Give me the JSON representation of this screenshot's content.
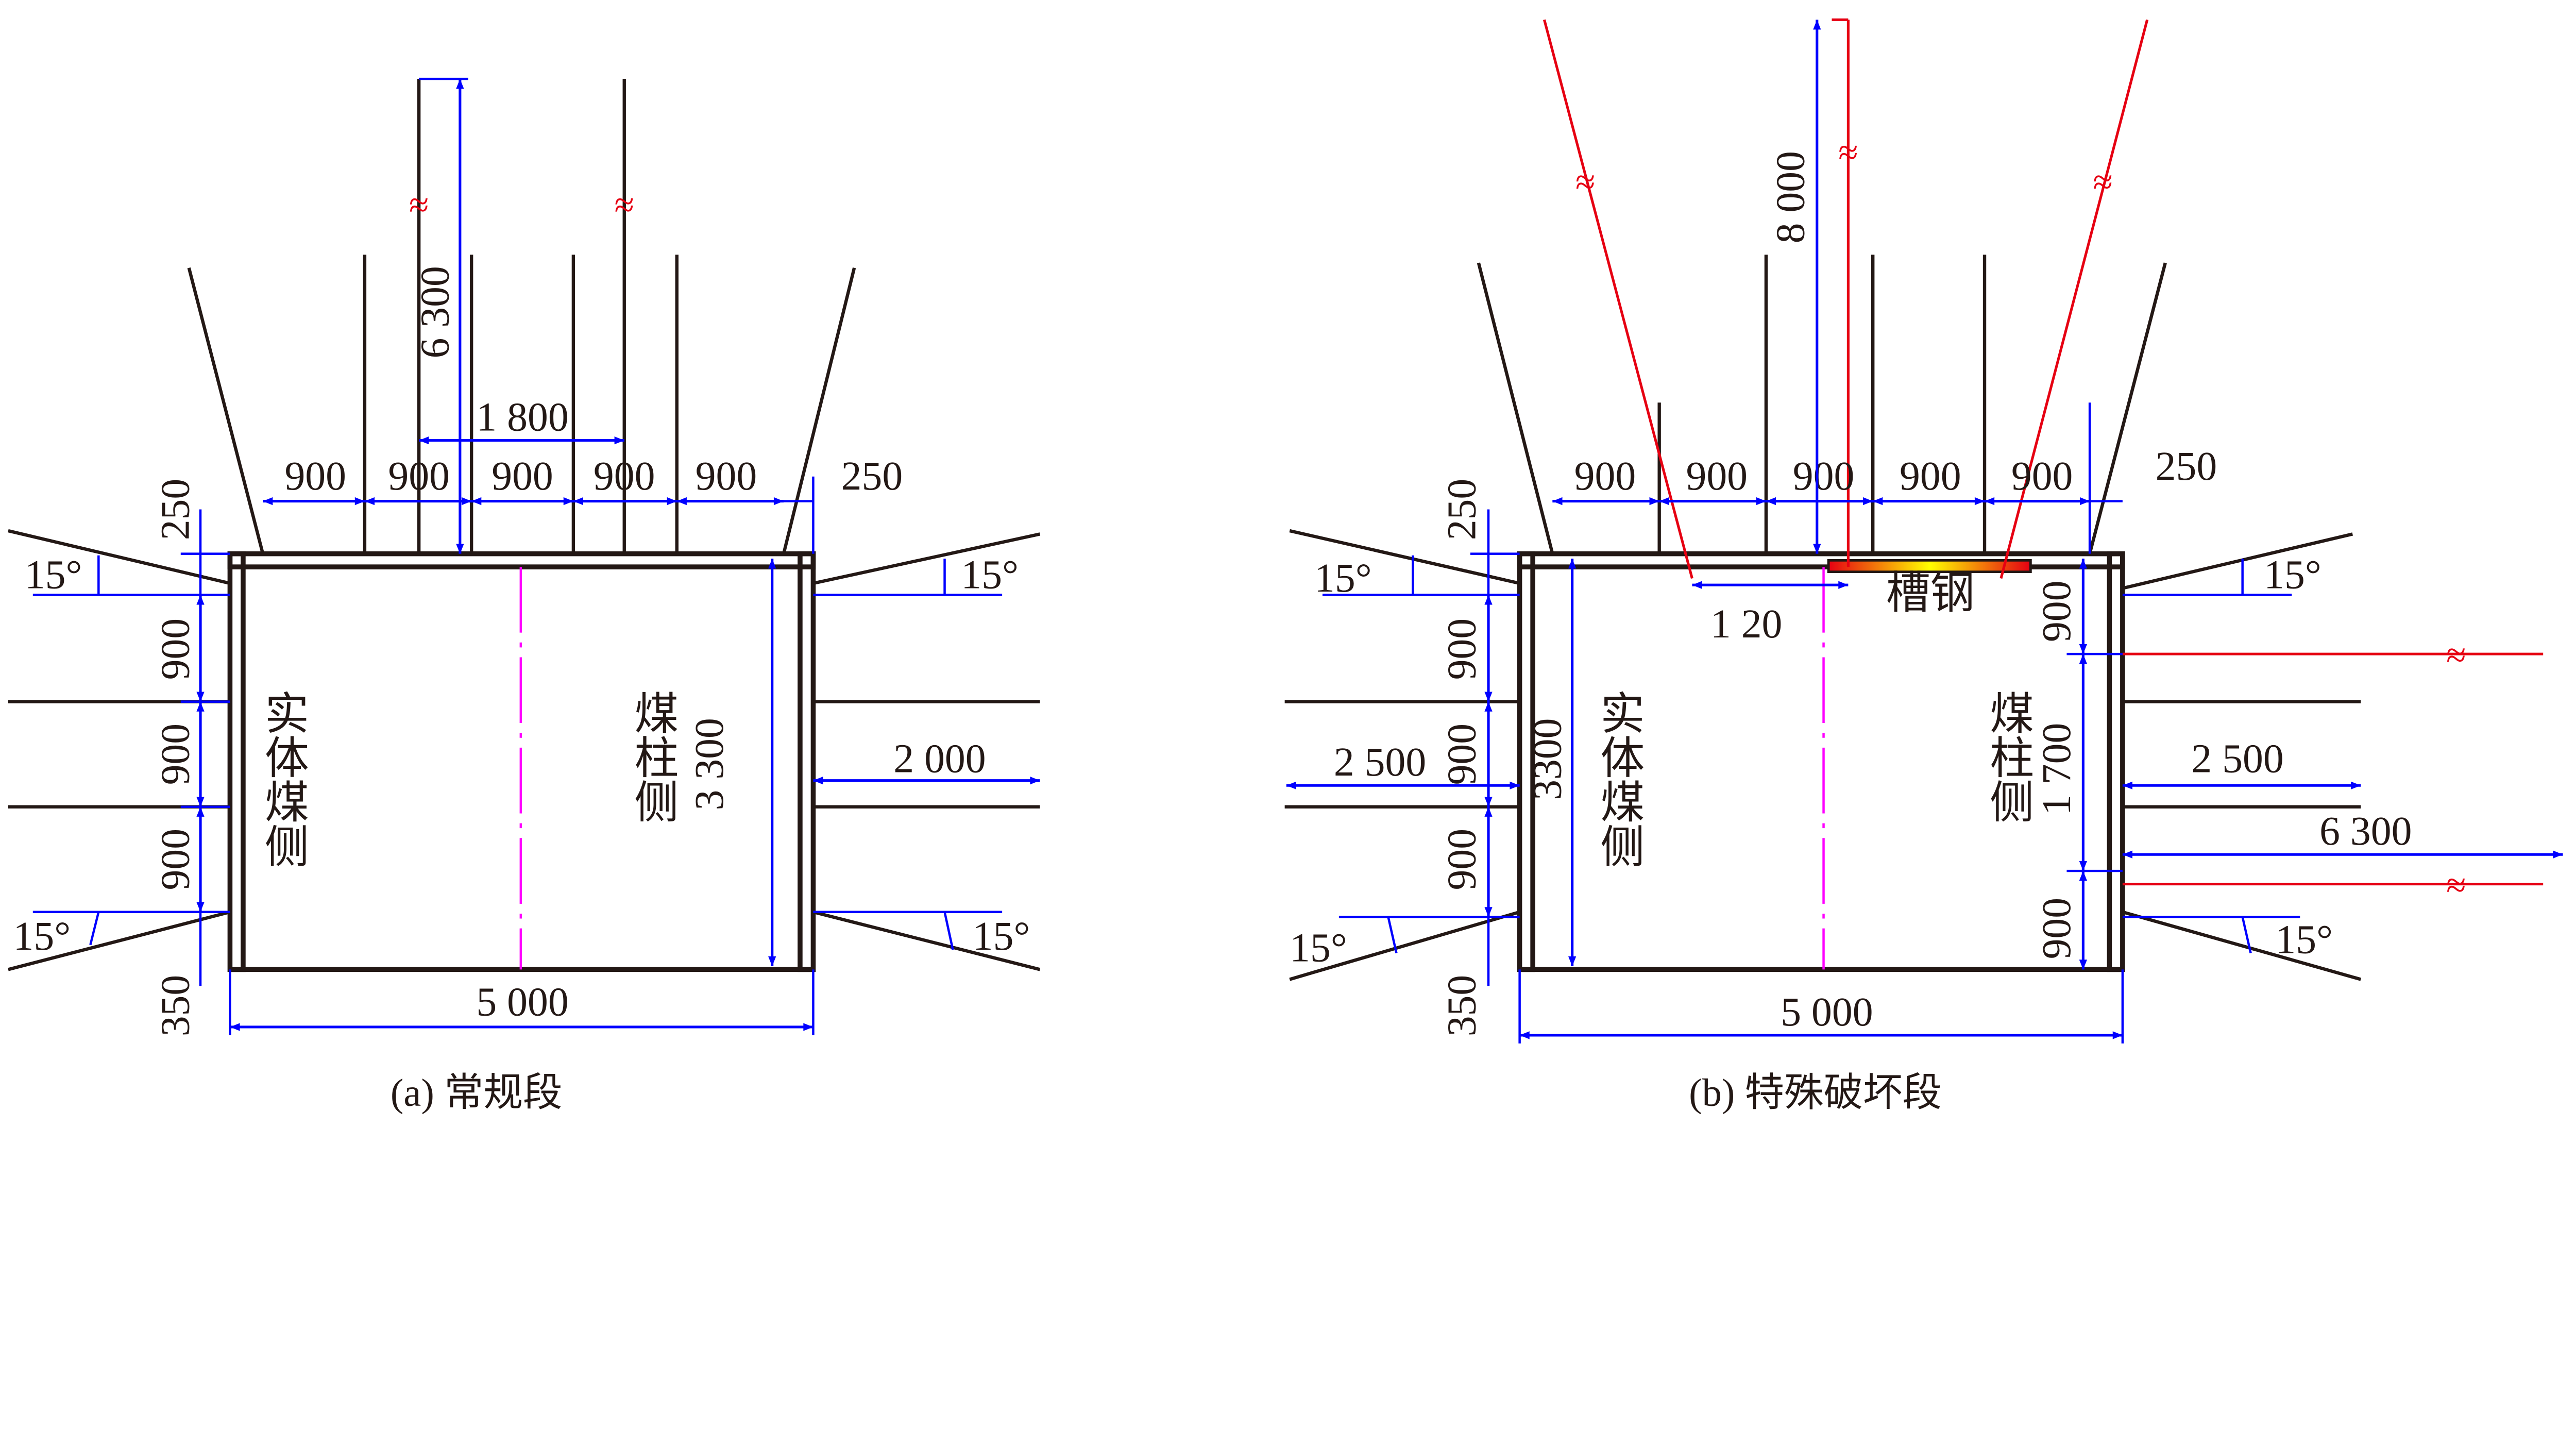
{
  "panel_a": {
    "caption": "(a) 常规段",
    "solid_coal_side": "实体煤侧",
    "coal_pillar_side": "煤柱侧",
    "dims": {
      "top_spacing": [
        "900",
        "900",
        "900",
        "900",
        "900"
      ],
      "top_edge_left": "250",
      "top_edge_right": "250",
      "bolt_length": "6 300",
      "cable_spacing": "1 800",
      "left_spacing": [
        "900",
        "900",
        "900"
      ],
      "bottom_edge": "350",
      "height": "3 300",
      "right_bolt": "2 000",
      "width": "5 000",
      "angles": [
        "15°",
        "15°",
        "15°",
        "15°"
      ]
    }
  },
  "panel_b": {
    "caption": "(b) 特殊破坏段",
    "solid_coal_side": "实体煤侧",
    "coal_pillar_side": "煤柱侧",
    "channel_steel": "槽钢",
    "dims": {
      "top_spacing": [
        "900",
        "900",
        "900",
        "900",
        "900"
      ],
      "top_edge_left": "250",
      "top_edge_right": "250",
      "cable_length": "8 000",
      "offset": "1 20",
      "left_spacing": [
        "900",
        "900",
        "900"
      ],
      "bottom_edge": "350",
      "height": "3300",
      "left_bolt": "2 500",
      "right_spacing": [
        "900",
        "1 700",
        "900"
      ],
      "right_bolt": "2 500",
      "right_cable": "6 300",
      "width": "5 000",
      "angles": [
        "15°",
        "15°",
        "15°",
        "15°"
      ]
    }
  },
  "colors": {
    "dimension": "#0000ff",
    "cable": "#e60012",
    "centerline": "#ff00ff",
    "line": "#231815"
  }
}
